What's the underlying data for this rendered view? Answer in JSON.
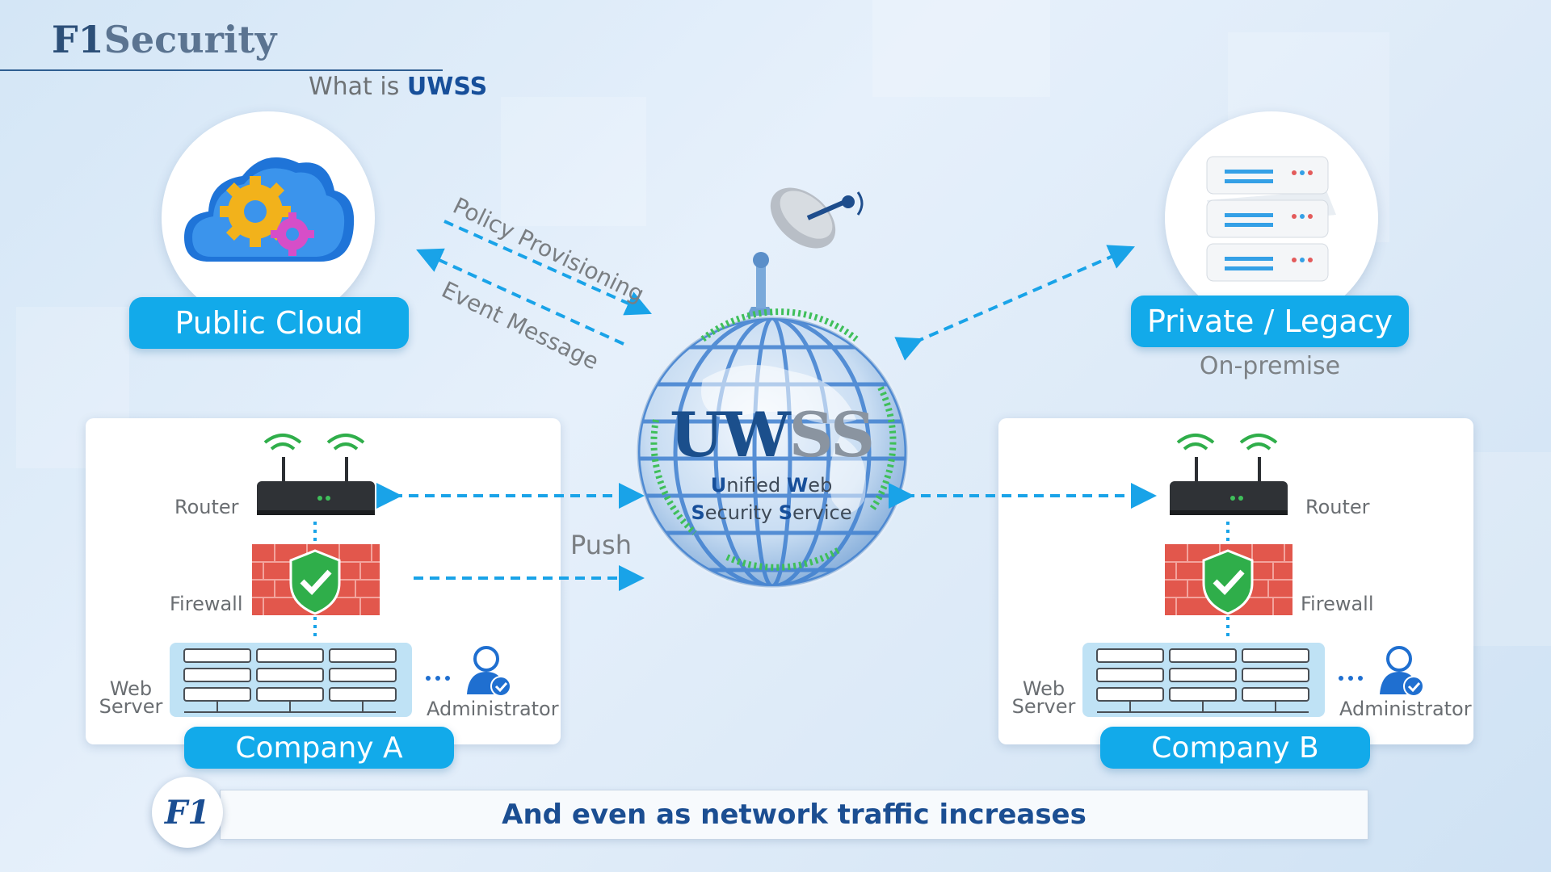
{
  "brand": {
    "prefix": "F1",
    "suffix": "Security"
  },
  "subtitle": {
    "prefix": "What is ",
    "highlight": "UWSS"
  },
  "public_cloud": {
    "label": "Public Cloud"
  },
  "private": {
    "label": "Private / Legacy",
    "sublabel": "On-premise"
  },
  "arrows": {
    "top": "Policy Provisioning",
    "bottom": "Event Message",
    "push": "Push"
  },
  "globe": {
    "title_main": "UW",
    "title_tail": "SS",
    "line1_a": "U",
    "line1_b": "nified ",
    "line1_c": "W",
    "line1_d": "eb",
    "line2_a": "S",
    "line2_b": "ecurity ",
    "line2_c": "S",
    "line2_d": "ervice"
  },
  "company_a": {
    "name": "Company A",
    "router": "Router",
    "firewall": "Firewall",
    "web": "Web",
    "server": "Server",
    "admin": "Administrator"
  },
  "company_b": {
    "name": "Company B",
    "router": "Router",
    "firewall": "Firewall",
    "web": "Web",
    "server": "Server",
    "admin": "Administrator"
  },
  "caption": "And even as network traffic increases",
  "logo_text": "F1",
  "colors": {
    "accent": "#12aaea",
    "dark_blue": "#1b4e92",
    "arrow": "#19a3e8",
    "green": "#2fae4a",
    "brick": "#e2574c"
  }
}
